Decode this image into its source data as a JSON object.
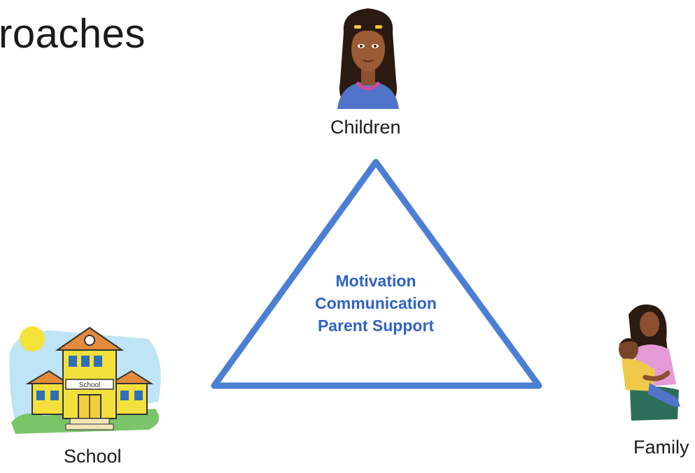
{
  "title": "roaches",
  "nodes": {
    "children": "Children",
    "school": "School",
    "family": "Family"
  },
  "center_lines": [
    "Motivation",
    "Communication",
    "Parent Support"
  ],
  "colors": {
    "triangle": "#4a7fd4",
    "center_text": "#2f63c4"
  },
  "icons": {
    "children": "girl-portrait-icon",
    "school": "school-building-icon",
    "family": "mother-child-icon",
    "sign": "School"
  }
}
